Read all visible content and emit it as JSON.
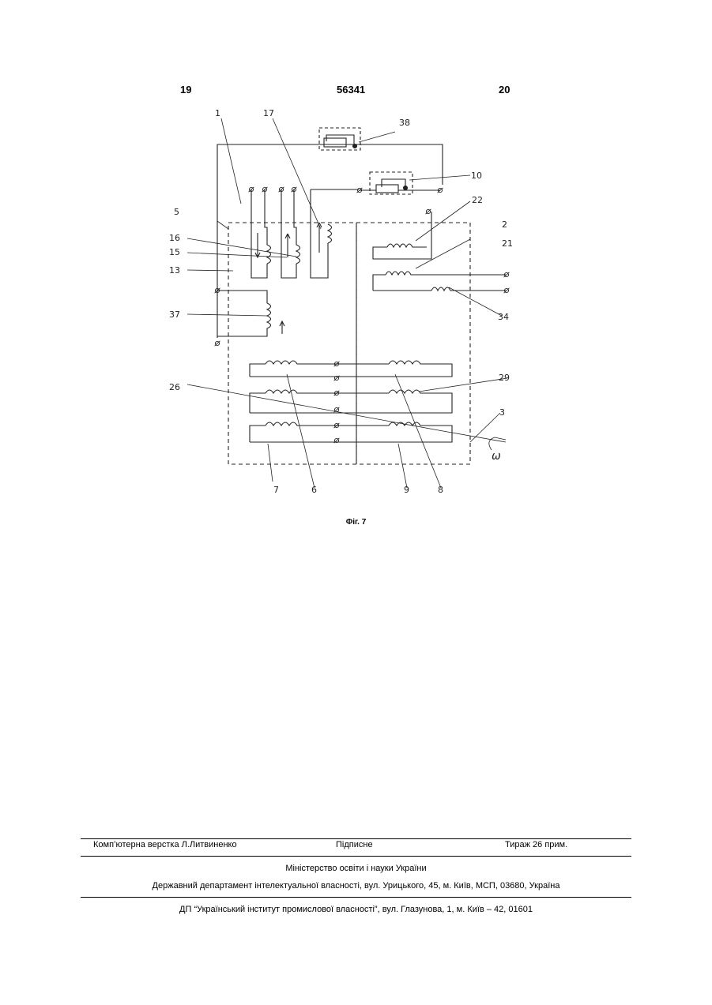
{
  "header": {
    "left_page": "19",
    "patent_number": "56341",
    "right_page": "20"
  },
  "figure": {
    "labels": {
      "l1": "1",
      "l17": "17",
      "l38": "38",
      "l10": "10",
      "l22": "22",
      "l5": "5",
      "l2": "2",
      "l21": "21",
      "l16": "16",
      "l15": "15",
      "l13": "13",
      "l34": "34",
      "l37": "37",
      "l26": "26",
      "l29": "29",
      "l3": "3",
      "l7": "7",
      "l6": "6",
      "l9": "9",
      "l8": "8",
      "lw": "ω"
    },
    "caption": "Фіг. 7"
  },
  "footer": {
    "typesetting": "Комп’ютерна верстка Л.Литвиненко",
    "signed": "Підписне",
    "circulation": "Тираж 26 прим.",
    "ministry": "Міністерство освіти і науки України",
    "department": "Державний департамент інтелектуальної власності, вул. Урицького, 45, м. Київ, МСП, 03680, Україна",
    "institute": "ДП “Український інститут промислової власності”, вул. Глазунова, 1, м. Київ – 42, 01601"
  }
}
